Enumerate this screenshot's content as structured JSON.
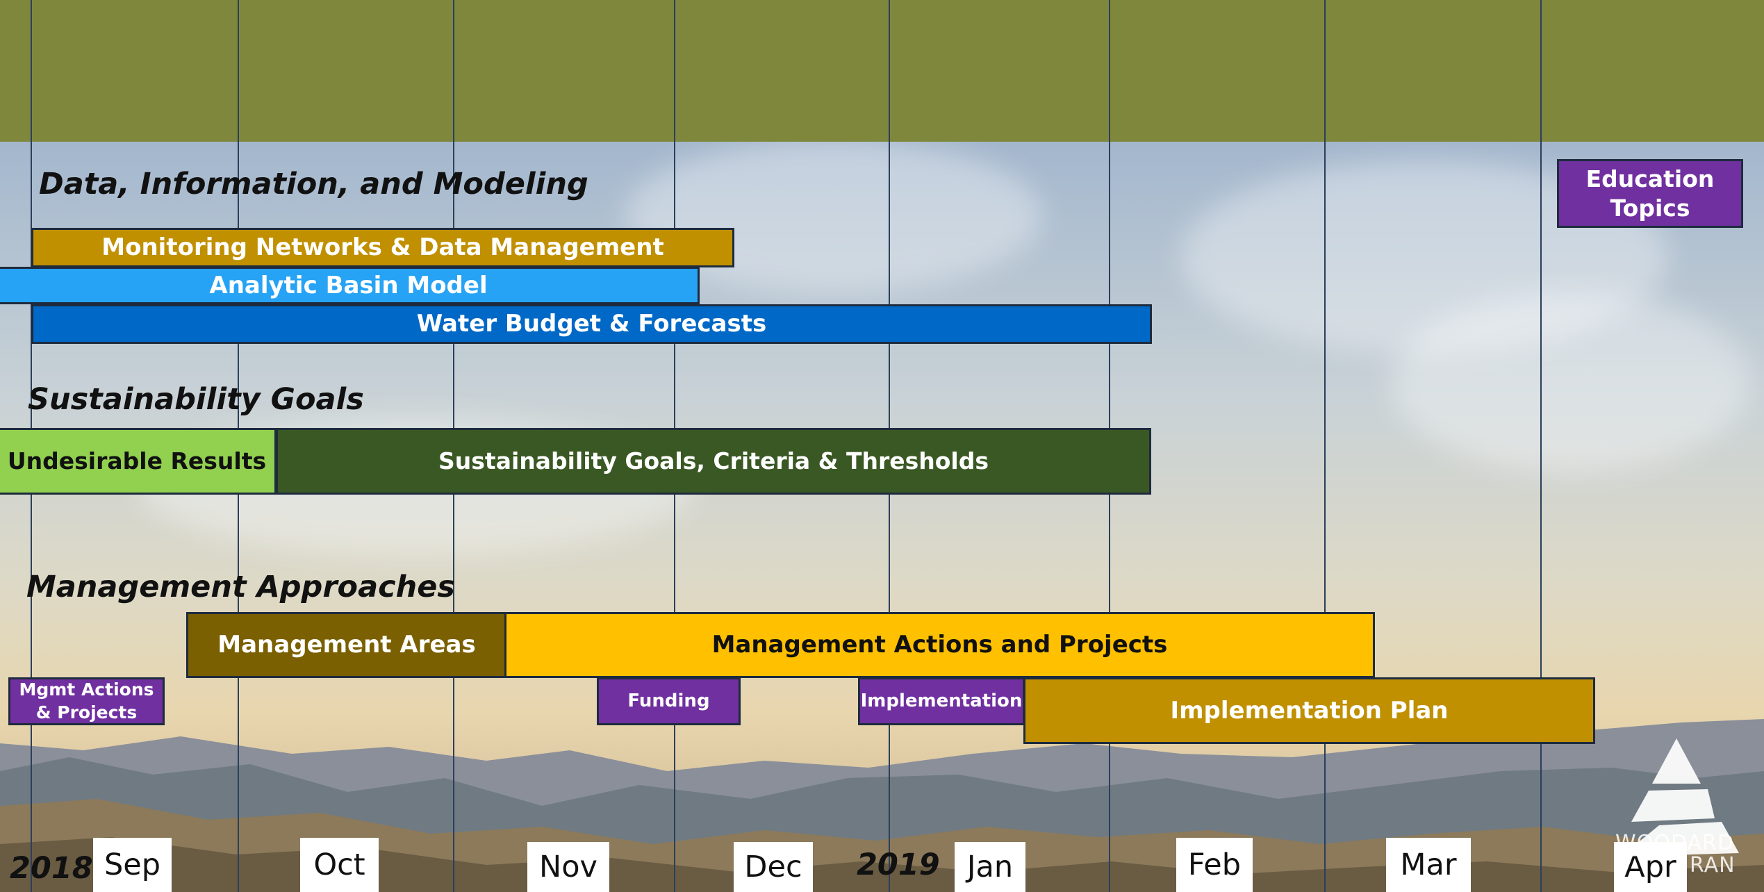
{
  "colors": {
    "header": "#7f873d",
    "gold": "#c09000",
    "light_blue": "#27a3f5",
    "blue": "#0068c6",
    "light_green": "#92d050",
    "dark_green": "#3a5823",
    "olive_brown": "#7a6000",
    "yellow": "#ffc000",
    "purple": "#7030a0",
    "gridline": "#2b3f5a"
  },
  "sections": {
    "data": "Data, Information, and Modeling",
    "goals": "Sustainability Goals",
    "management": "Management Approaches"
  },
  "bars": {
    "monitoring": "Monitoring Networks & Data Management",
    "basin_model": "Analytic Basin Model",
    "water_budget": "Water Budget & Forecasts",
    "undesirable": "Undesirable Results",
    "goals_criteria": "Sustainability Goals, Criteria & Thresholds",
    "mgmt_areas": "Management Areas",
    "mgmt_actions": "Management Actions and Projects",
    "impl_plan": "Implementation Plan"
  },
  "topics": {
    "education_line1": "Education",
    "education_line2": "Topics",
    "mgmt_line1": "Mgmt Actions",
    "mgmt_line2": "& Projects",
    "funding": "Funding",
    "implementation": "Implementation"
  },
  "timeline": {
    "year_2018": "2018",
    "year_2019": "2019",
    "months": [
      "Sep",
      "Oct",
      "Nov",
      "Dec",
      "Jan",
      "Feb",
      "Mar",
      "Apr"
    ]
  },
  "logo": {
    "text_line1": "WOODARD",
    "text_line2": "RAN"
  }
}
